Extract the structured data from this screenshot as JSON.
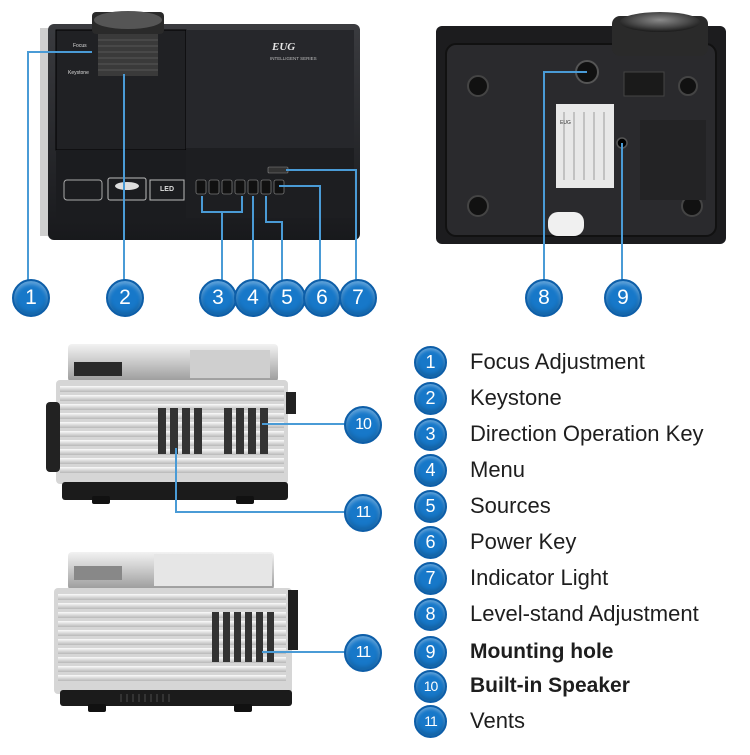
{
  "colors": {
    "callout": "#1778c9",
    "callout_border": "#0d5ea8",
    "line": "#4a9bd6",
    "label": "#1e1e1e"
  },
  "projector": {
    "brand": "EUG",
    "brand_sub": "INTELLIGENT SERIES",
    "bottom_brand": "EUG",
    "small_labels": {
      "focus": "Focus",
      "keystone": "Keystone",
      "led": "LED"
    }
  },
  "callouts": [
    "1",
    "2",
    "3",
    "4",
    "5",
    "6",
    "7",
    "8",
    "9",
    "10",
    "11",
    "11"
  ],
  "legend": [
    {
      "num": "1",
      "label": "Focus Adjustment"
    },
    {
      "num": "2",
      "label": "Keystone"
    },
    {
      "num": "3",
      "label": "Direction Operation Key"
    },
    {
      "num": "4",
      "label": "Menu"
    },
    {
      "num": "5",
      "label": "Sources"
    },
    {
      "num": "6",
      "label": "Power Key"
    },
    {
      "num": "7",
      "label": "Indicator Light"
    },
    {
      "num": "8",
      "label": "Level-stand Adjustment"
    },
    {
      "num": "9",
      "label": "Mounting hole"
    },
    {
      "num": "10",
      "label": "Built-in Speaker"
    },
    {
      "num": "11",
      "label": "Vents"
    }
  ]
}
